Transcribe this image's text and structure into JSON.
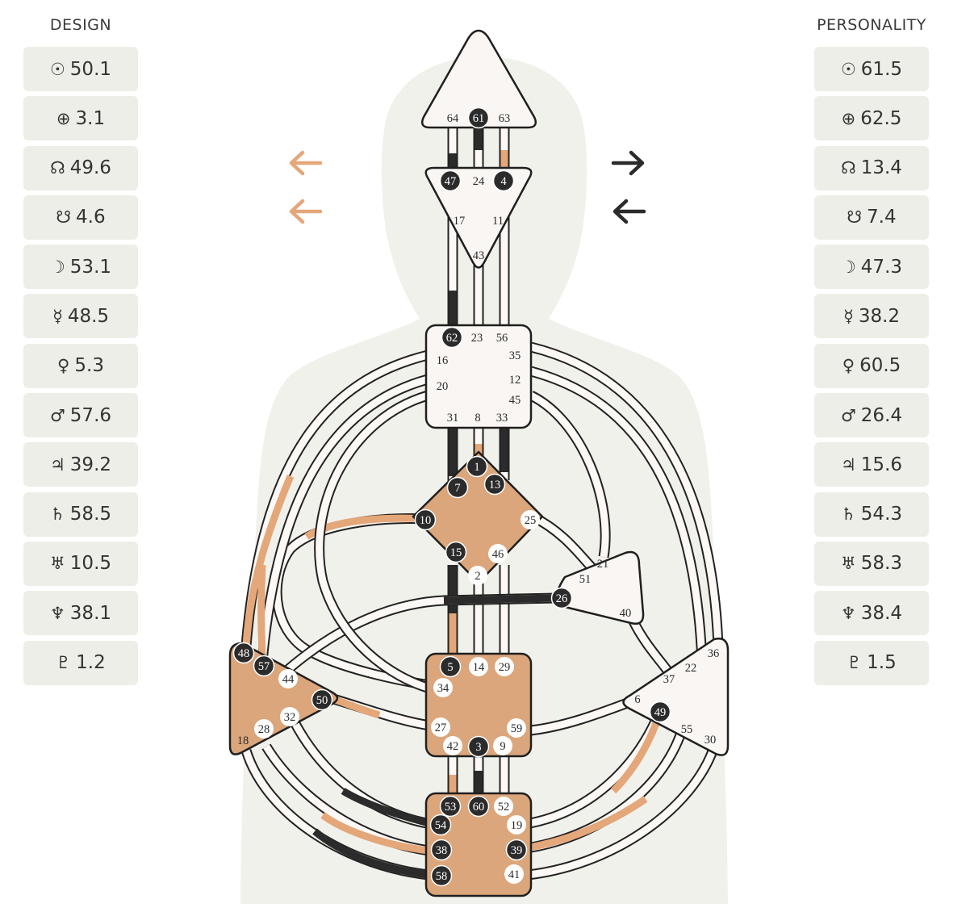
{
  "design": {
    "title": "DESIGN",
    "rows": [
      {
        "icon": "sun-icon",
        "symbol": "☉",
        "value": "50.1"
      },
      {
        "icon": "earth-icon",
        "symbol": "⊕",
        "value": "3.1"
      },
      {
        "icon": "north-node-icon",
        "symbol": "☊",
        "value": "49.6"
      },
      {
        "icon": "south-node-icon",
        "symbol": "☋",
        "value": "4.6"
      },
      {
        "icon": "moon-icon",
        "symbol": "☽",
        "value": "53.1"
      },
      {
        "icon": "mercury-icon",
        "symbol": "☿",
        "value": "48.5"
      },
      {
        "icon": "venus-icon",
        "symbol": "♀",
        "value": "5.3"
      },
      {
        "icon": "mars-icon",
        "symbol": "♂",
        "value": "57.6"
      },
      {
        "icon": "jupiter-icon",
        "symbol": "♃",
        "value": "39.2"
      },
      {
        "icon": "saturn-icon",
        "symbol": "♄",
        "value": "58.5"
      },
      {
        "icon": "uranus-icon",
        "symbol": "♅",
        "value": "10.5"
      },
      {
        "icon": "neptune-icon",
        "symbol": "♆",
        "value": "38.1"
      },
      {
        "icon": "pluto-icon",
        "symbol": "♇",
        "value": "1.2"
      }
    ]
  },
  "personality": {
    "title": "PERSONALITY",
    "rows": [
      {
        "icon": "sun-icon",
        "symbol": "☉",
        "value": "61.5"
      },
      {
        "icon": "earth-icon",
        "symbol": "⊕",
        "value": "62.5"
      },
      {
        "icon": "north-node-icon",
        "symbol": "☊",
        "value": "13.4"
      },
      {
        "icon": "south-node-icon",
        "symbol": "☋",
        "value": "7.4"
      },
      {
        "icon": "moon-icon",
        "symbol": "☽",
        "value": "47.3"
      },
      {
        "icon": "mercury-icon",
        "symbol": "☿",
        "value": "38.2"
      },
      {
        "icon": "venus-icon",
        "symbol": "♀",
        "value": "60.5"
      },
      {
        "icon": "mars-icon",
        "symbol": "♂",
        "value": "26.4"
      },
      {
        "icon": "jupiter-icon",
        "symbol": "♃",
        "value": "15.6"
      },
      {
        "icon": "saturn-icon",
        "symbol": "♄",
        "value": "54.3"
      },
      {
        "icon": "uranus-icon",
        "symbol": "♅",
        "value": "58.3"
      },
      {
        "icon": "neptune-icon",
        "symbol": "♆",
        "value": "38.4"
      },
      {
        "icon": "pluto-icon",
        "symbol": "♇",
        "value": "1.5"
      }
    ]
  },
  "colors": {
    "design_accent": "#e4a779",
    "personality_accent": "#2b2b2b",
    "center_defined": "#dba67b",
    "center_open": "#f9f6f3",
    "body_silhouette": "#f1f1ec",
    "row_background": "#eeeee8"
  },
  "arrows": {
    "design": [
      "left",
      "left"
    ],
    "personality": [
      "right",
      "left"
    ]
  },
  "centers": {
    "head": {
      "defined": false,
      "gates": [
        "64",
        "61",
        "63"
      ]
    },
    "ajna": {
      "defined": false,
      "gates": [
        "47",
        "24",
        "4",
        "17",
        "11",
        "43"
      ]
    },
    "throat": {
      "defined": false,
      "gates": [
        "62",
        "23",
        "56",
        "16",
        "35",
        "20",
        "12",
        "45",
        "31",
        "8",
        "33"
      ]
    },
    "g": {
      "defined": true,
      "gates": [
        "1",
        "7",
        "13",
        "10",
        "25",
        "15",
        "46",
        "2"
      ]
    },
    "heart": {
      "defined": false,
      "gates": [
        "21",
        "51",
        "26",
        "40"
      ]
    },
    "spleen": {
      "defined": true,
      "gates": [
        "48",
        "57",
        "44",
        "50",
        "32",
        "28",
        "18"
      ]
    },
    "sacral": {
      "defined": true,
      "gates": [
        "5",
        "14",
        "29",
        "34",
        "27",
        "59",
        "42",
        "3",
        "9"
      ]
    },
    "solar_plexus": {
      "defined": false,
      "gates": [
        "36",
        "22",
        "37",
        "6",
        "49",
        "55",
        "30"
      ]
    },
    "root": {
      "defined": true,
      "gates": [
        "53",
        "60",
        "52",
        "54",
        "19",
        "38",
        "39",
        "58",
        "41"
      ]
    }
  },
  "active_gates": {
    "personality": [
      "61",
      "47",
      "4",
      "62",
      "1",
      "7",
      "13",
      "15",
      "26",
      "5",
      "3",
      "53",
      "60",
      "54",
      "38",
      "58",
      "39",
      "49",
      "48",
      "57",
      "50",
      "10"
    ],
    "design": [
      "10",
      "48"
    ]
  }
}
